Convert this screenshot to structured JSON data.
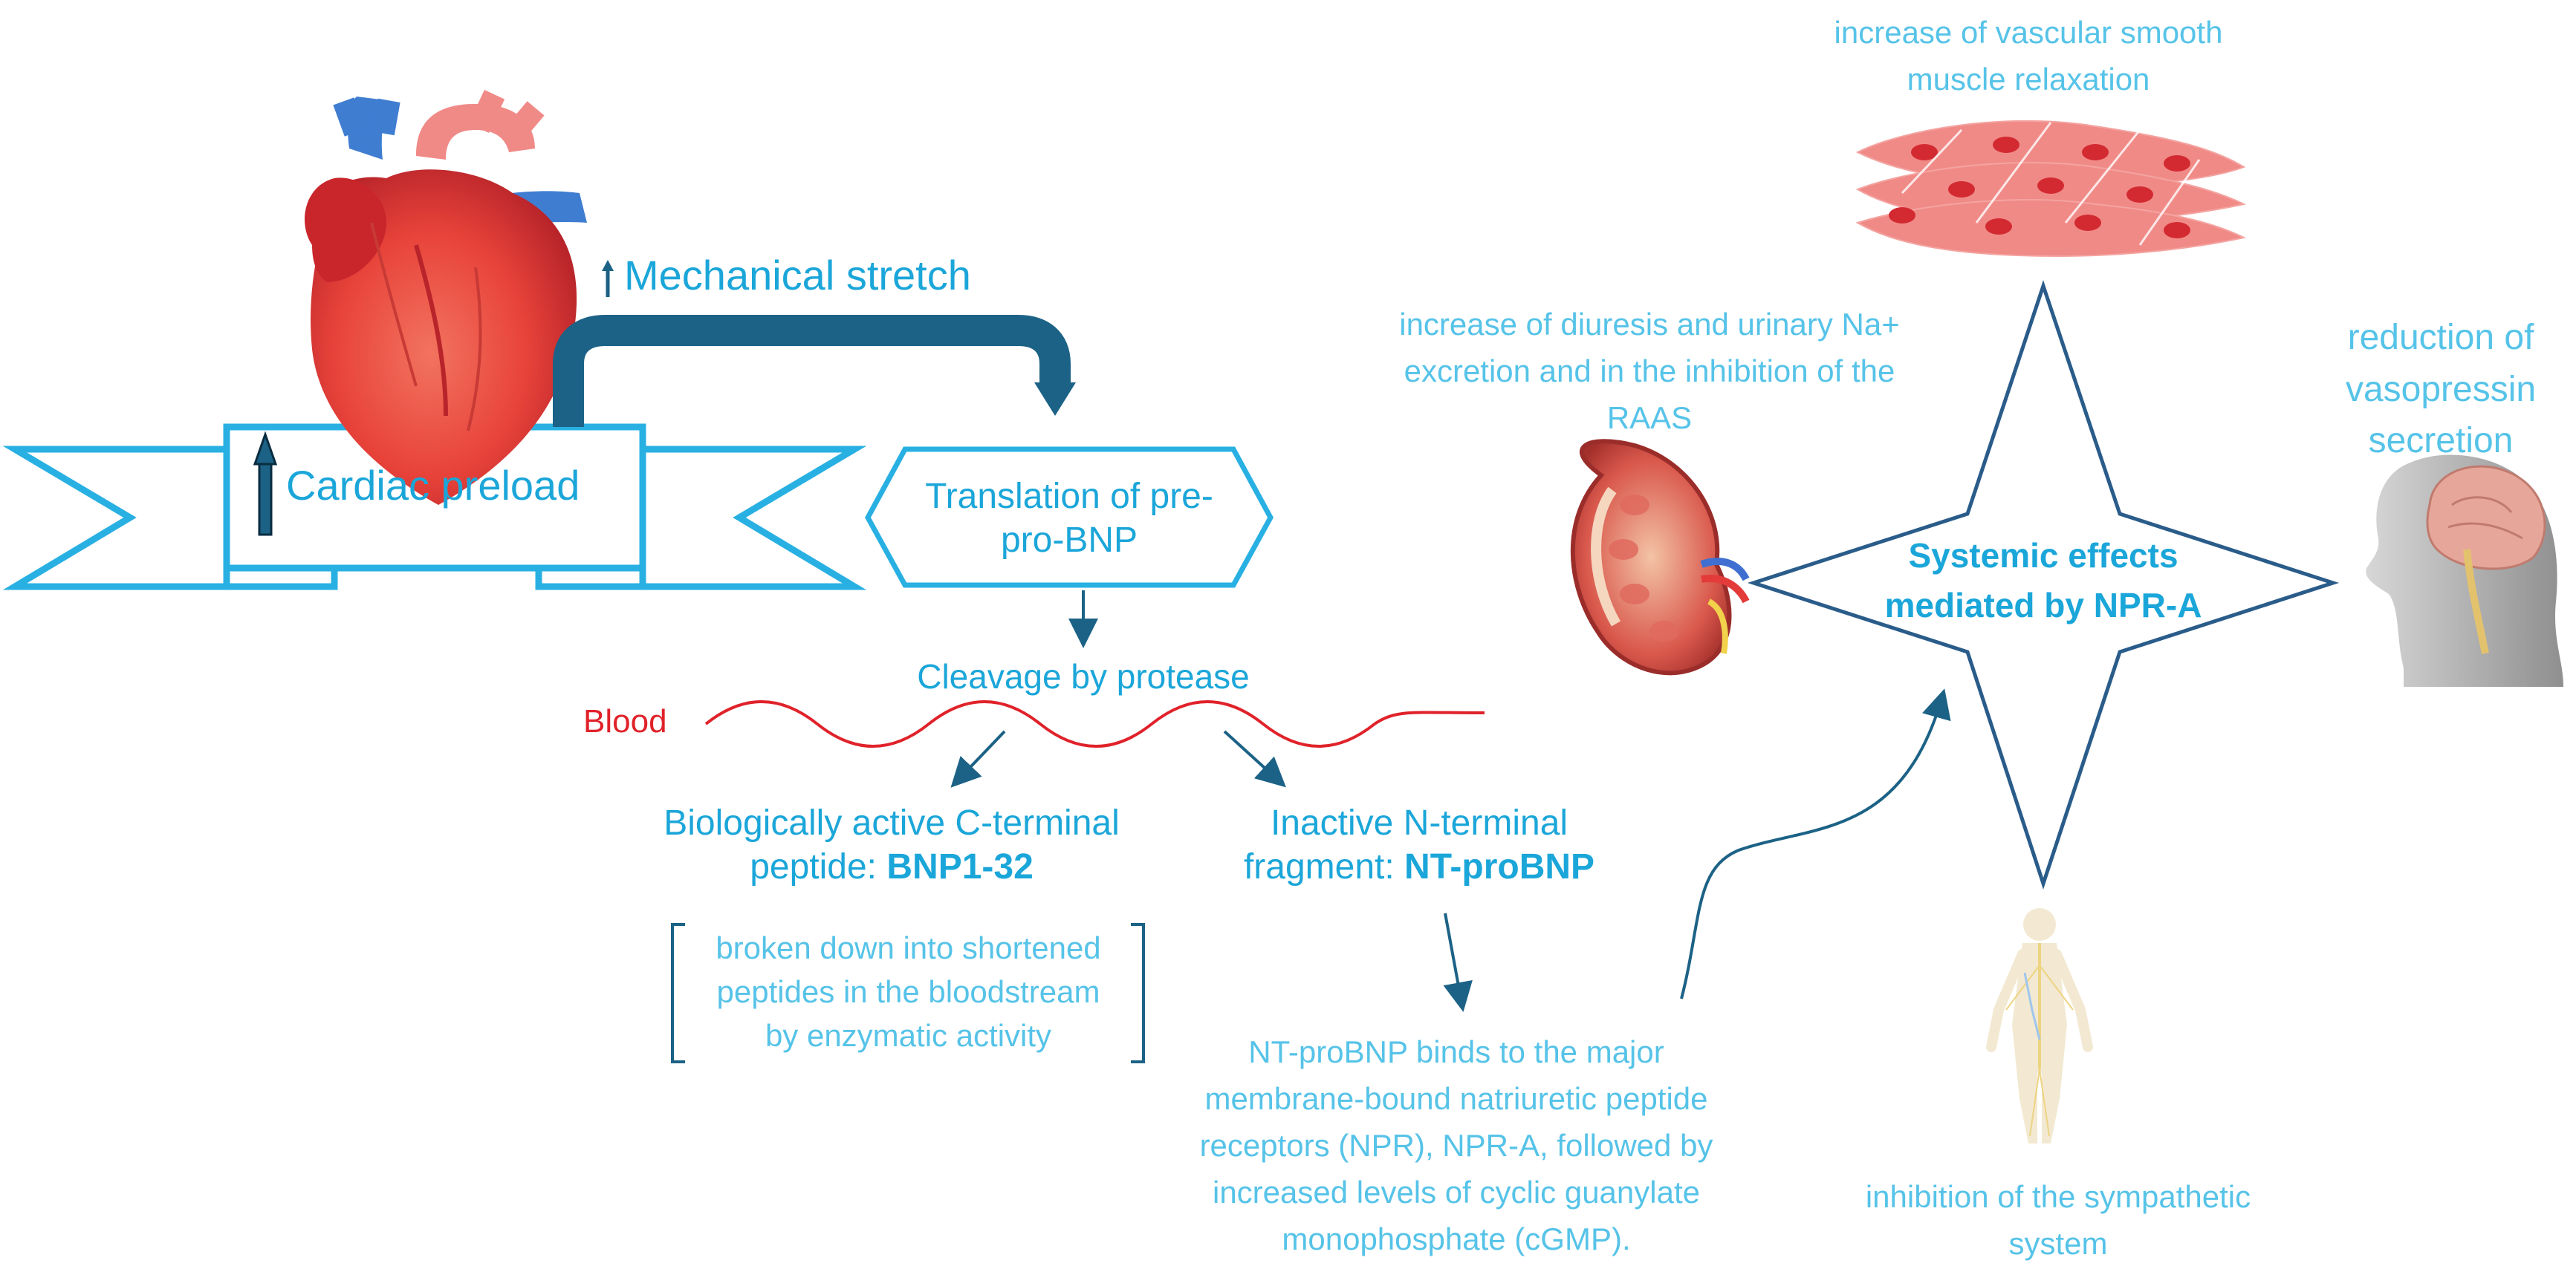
{
  "colors": {
    "accent_blue": "#1ba6d9",
    "light_blue": "#56c3e8",
    "dark_blue": "#1c6286",
    "blood_red": "#e0222a",
    "star_outline": "#2a5c8a"
  },
  "labels": {
    "mechanical_stretch": "Mechanical stretch",
    "cardiac_preload": "Cardiac preload",
    "translation_line1": "Translation of pre-",
    "translation_line2": "pro-BNP",
    "cleavage": "Cleavage by protease",
    "blood": "Blood",
    "bnp_line1": "Biologically active C-terminal",
    "bnp_line2_prefix": "peptide: ",
    "bnp_line2_bold": "BNP1-32",
    "nt_line1": "Inactive N-terminal",
    "nt_line2_prefix": "fragment: ",
    "nt_line2_bold": "NT-proBNP",
    "broken_line1": "broken down into shortened",
    "broken_line2": "peptides in the bloodstream",
    "broken_line3": "by enzymatic activity",
    "binds_line1": "NT-proBNP binds to the major",
    "binds_line2": "membrane-bound natriuretic peptide",
    "binds_line3": "receptors (NPR), NPR-A, followed by",
    "binds_line4": "increased levels of cyclic guanylate",
    "binds_line5": "monophosphate (cGMP).",
    "systemic_line1": "Systemic effects",
    "systemic_line2": "mediated by NPR-A",
    "vascular_line1": "increase of vascular smooth",
    "vascular_line2": "muscle relaxation",
    "diuresis_line1": "increase of diuresis and urinary Na+",
    "diuresis_line2": "excretion and in the inhibition of the",
    "diuresis_line3": "RAAS",
    "vasopressin_line1": "reduction of",
    "vasopressin_line2": "vasopressin",
    "vasopressin_line3": "secretion",
    "sympathetic_line1": "inhibition of the sympathetic",
    "sympathetic_line2": "system"
  },
  "icons": [
    "heart-illustration",
    "kidney-illustration",
    "smooth-muscle-cells-illustration",
    "head-brain-illustration",
    "human-nervous-system-illustration",
    "up-arrow-icon"
  ]
}
